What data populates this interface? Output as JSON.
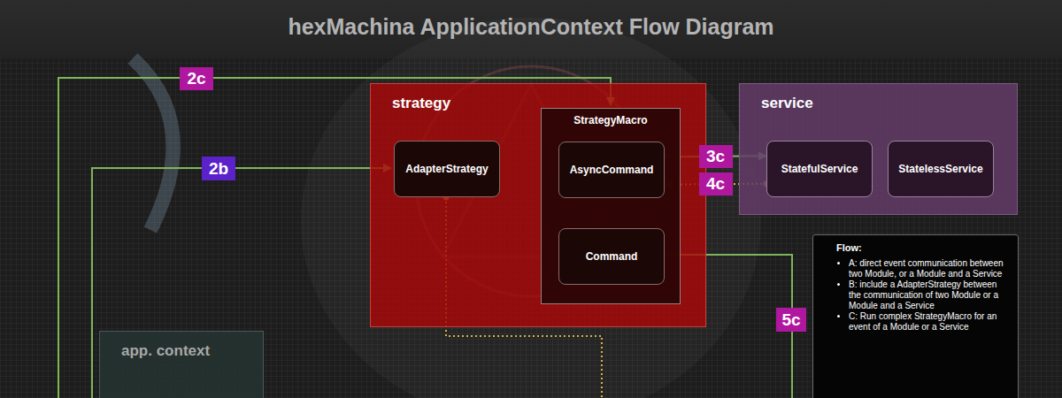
{
  "diagram": {
    "title": "hexMachina ApplicationContext Flow Diagram",
    "nodes": [
      {
        "text": [
          "strategy"
        ]
      },
      {
        "text": [
          "AdapterStrategy"
        ],
        "in": 0
      },
      {
        "text": [
          "StrategyMacro"
        ],
        "in": 0
      },
      {
        "text": [
          "AsyncCommand"
        ],
        "in": 2
      },
      {
        "text": [
          "Command"
        ],
        "in": 2
      },
      {
        "text": [
          "service"
        ]
      },
      {
        "text": [
          "StatefulService"
        ],
        "in": 5
      },
      {
        "text": [
          "StatelessService"
        ],
        "in": 5
      },
      {
        "text": [
          "Flow:",
          "A: direct event communication between two Module, or a Module and a Service",
          "B: include a AdapterStrategy between the communication of two Module or a Module and a Service",
          "C: Run complex StrategyMacro for an event of a Module or a Service"
        ]
      },
      {
        "text": [
          "app. context"
        ]
      }
    ],
    "edges": [
      {
        "from": 3,
        "to": 6,
        "label": "3c",
        "arrow": "to"
      },
      {
        "from": 6,
        "to": 3,
        "label": "4c",
        "arrow": "to"
      }
    ],
    "labels": [
      "2c",
      "2b",
      "5c"
    ]
  }
}
